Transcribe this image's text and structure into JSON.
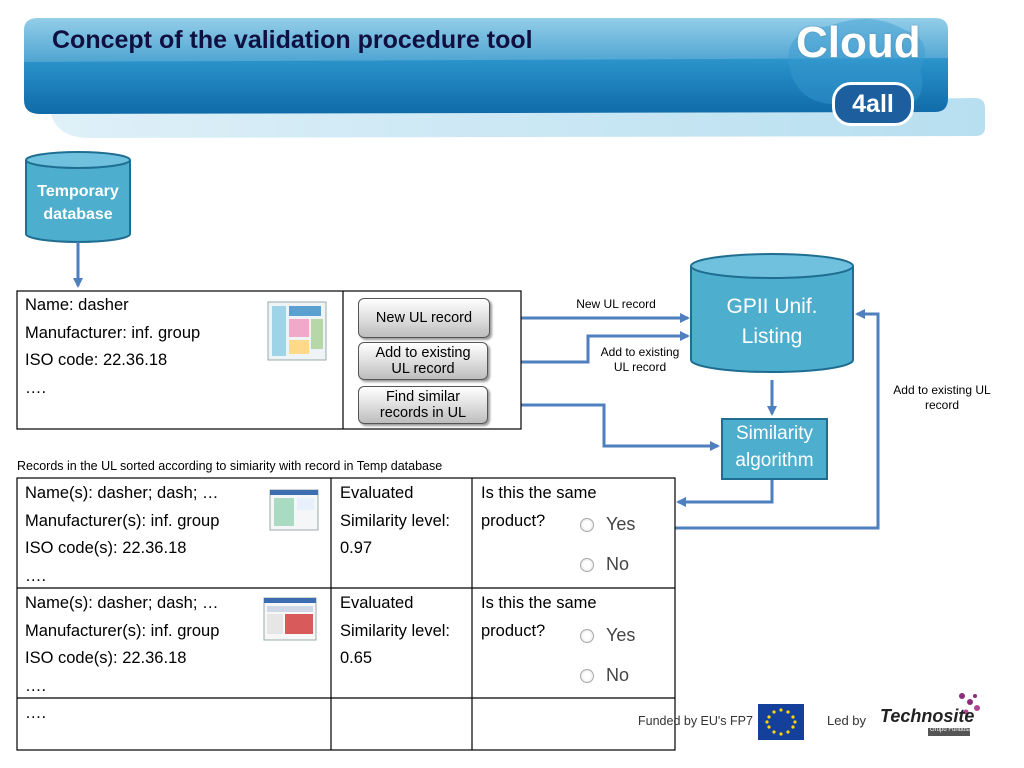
{
  "title": "Concept of the validation procedure tool",
  "logo": {
    "cloud": "Cloud",
    "four_all": "4all"
  },
  "temp_db": {
    "line1": "Temporary",
    "line2": "database"
  },
  "gpii": {
    "line1": "GPII Unif.",
    "line2": "Listing"
  },
  "similarity": {
    "line1": "Similarity",
    "line2": "algorithm"
  },
  "record": {
    "name": "Name: dasher",
    "manufacturer": "Manufacturer: inf. group",
    "iso": "ISO code: 22.36.18",
    "more": "…."
  },
  "buttons": {
    "new_ul": "New UL record",
    "add_existing_1": "Add to existing",
    "add_existing_2": "UL record",
    "find_similar_1": "Find similar",
    "find_similar_2": "records in UL"
  },
  "arrow_labels": {
    "new_ul": "New UL record",
    "add_existing_1": "Add to existing",
    "add_existing_2": "UL record",
    "add_existing_right_1": "Add to existing UL",
    "add_existing_right_2": "record"
  },
  "caption": "Records in the UL sorted according to simiarity with record in Temp database",
  "rows": [
    {
      "names": "Name(s): dasher; dash; …",
      "manufacturer": "Manufacturer(s): inf. group",
      "iso": "ISO code(s): 22.36.18",
      "more": "….",
      "eval1": "Evaluated",
      "eval2": "Similarity level:",
      "score": "0.97",
      "q1": "Is this the same",
      "q2": "product?",
      "yes": "Yes",
      "no": "No"
    },
    {
      "names": "Name(s): dasher; dash; …",
      "manufacturer": "Manufacturer(s): inf. group",
      "iso": "ISO code(s): 22.36.18",
      "more": "….",
      "eval1": "Evaluated",
      "eval2": "Similarity level:",
      "score": "0.65",
      "q1": "Is this the same",
      "q2": "product?",
      "yes": "Yes",
      "no": "No"
    }
  ],
  "last_row": {
    "more": "…."
  },
  "footer": {
    "funded": "Funded by EU's FP7",
    "led": "Led by",
    "technosite": "Technosite",
    "grupo": "Grupo Fundosa"
  },
  "colors": {
    "header_blue": "#1a80bd",
    "db_teal": "#4daece",
    "arrow": "#4f7fbf"
  }
}
